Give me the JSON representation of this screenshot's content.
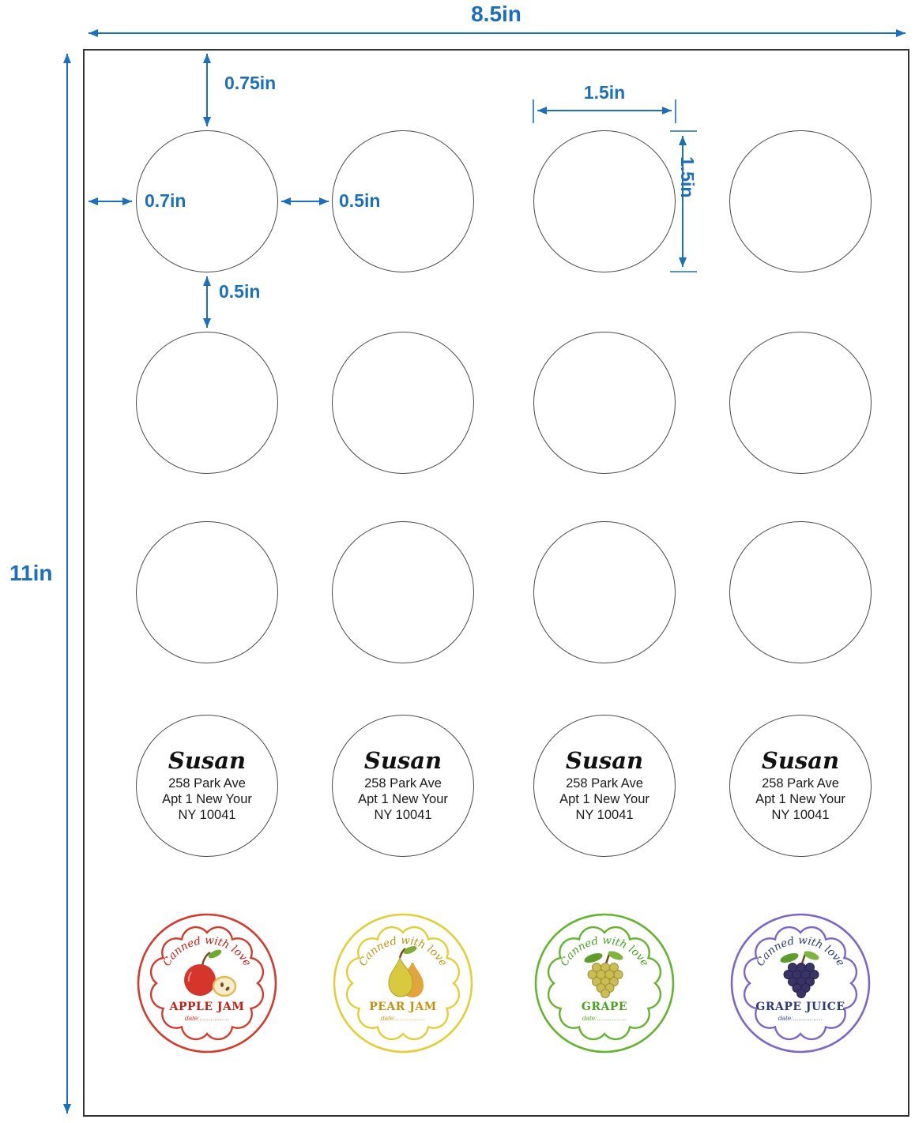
{
  "dimensions": {
    "sheet_width": "8.5in",
    "sheet_height": "11in",
    "top_margin": "0.75in",
    "left_margin": "0.7in",
    "horizontal_gap": "0.5in",
    "vertical_gap": "0.5in",
    "label_width": "1.5in",
    "label_height": "1.5in"
  },
  "colors": {
    "dimension_blue": "#1c6fbb",
    "sheet_border": "#333333",
    "circle_border": "#4a4a4a"
  },
  "address_label": {
    "name": "Susan",
    "line1": "258 Park Ave",
    "line2": "Apt 1 New Your",
    "line3": "NY 10041"
  },
  "decorative_labels": [
    {
      "header": "Canned with love",
      "name": "APPLE JAM",
      "date_line": "date:................",
      "color": "#d23c2e",
      "text_color": "#c21f14",
      "fruit": "apple"
    },
    {
      "header": "Canned with love",
      "name": "PEAR JAM",
      "date_line": "date:................",
      "color": "#e3cf35",
      "text_color": "#c1930e",
      "fruit": "pear"
    },
    {
      "header": "Canned with love",
      "name": "GRAPE",
      "date_line": "date:................",
      "color": "#64b42e",
      "text_color": "#4aa31f",
      "fruit": "green-grapes"
    },
    {
      "header": "Canned with love",
      "name": "GRAPE JUICE",
      "date_line": "date:................",
      "color": "#7e66c8",
      "text_color": "#2f3b74",
      "fruit": "purple-grapes"
    }
  ]
}
